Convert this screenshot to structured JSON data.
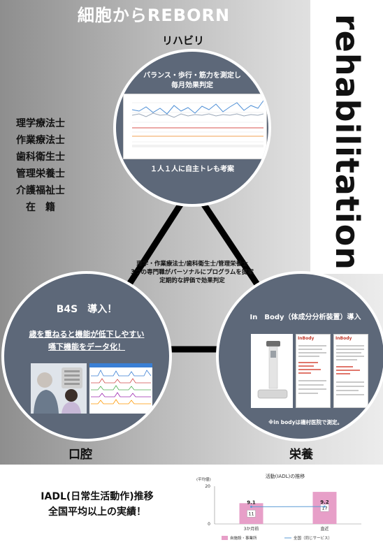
{
  "title": "細胞からREBORN",
  "vertical_word": "rehabilitation",
  "staff": [
    "理学療法士",
    "作業療法士",
    "歯科衛生士",
    "管理栄養士",
    "介護福祉士",
    "在　籍"
  ],
  "top_circle": {
    "label": "リハビリ",
    "caption_top": [
      "バランス・歩行・筋力を測定し",
      "毎月効果判定"
    ],
    "caption_bottom": "１人１人に自主トレも考案"
  },
  "center_text": [
    "理学・作業療法士/歯科衛生士/管理栄養士",
    "3つの専門職がパーソナルにプログラムを提案",
    "定期的な評価で効果判定"
  ],
  "left_circle": {
    "label": "口腔",
    "heading": "B4S　導入！",
    "line1": "歳を重ねると機能が低下しやすい",
    "line2": "嚥下機能をデータ化！"
  },
  "right_circle": {
    "label": "栄養",
    "heading": "In　Body（体成分分析装置）導入",
    "note": "※in bodyは磯村医院で測定。",
    "device_brand": "InBody"
  },
  "bottom": {
    "line1": "IADL(日常生活動作)推移",
    "line2": "全国平均以上の実績！"
  },
  "chart_data": {
    "type": "bar",
    "title": "活動(IADL)の推移",
    "ylabel": "(平均値)",
    "ylim": [
      0,
      20
    ],
    "yticks": [
      0,
      20
    ],
    "categories": [
      "3か月前",
      "直近"
    ],
    "series": [
      {
        "name": "自施設・事業所",
        "type": "bar",
        "values": [
          11,
          17
        ],
        "color": "#e79fc8"
      },
      {
        "name": "全国（同じサービス）",
        "type": "line",
        "values": [
          9.1,
          9.2
        ],
        "color": "#5b9bd5"
      }
    ]
  },
  "colors": {
    "circle": "#5d6879",
    "bar": "#e79fc8",
    "line": "#5b9bd5"
  }
}
